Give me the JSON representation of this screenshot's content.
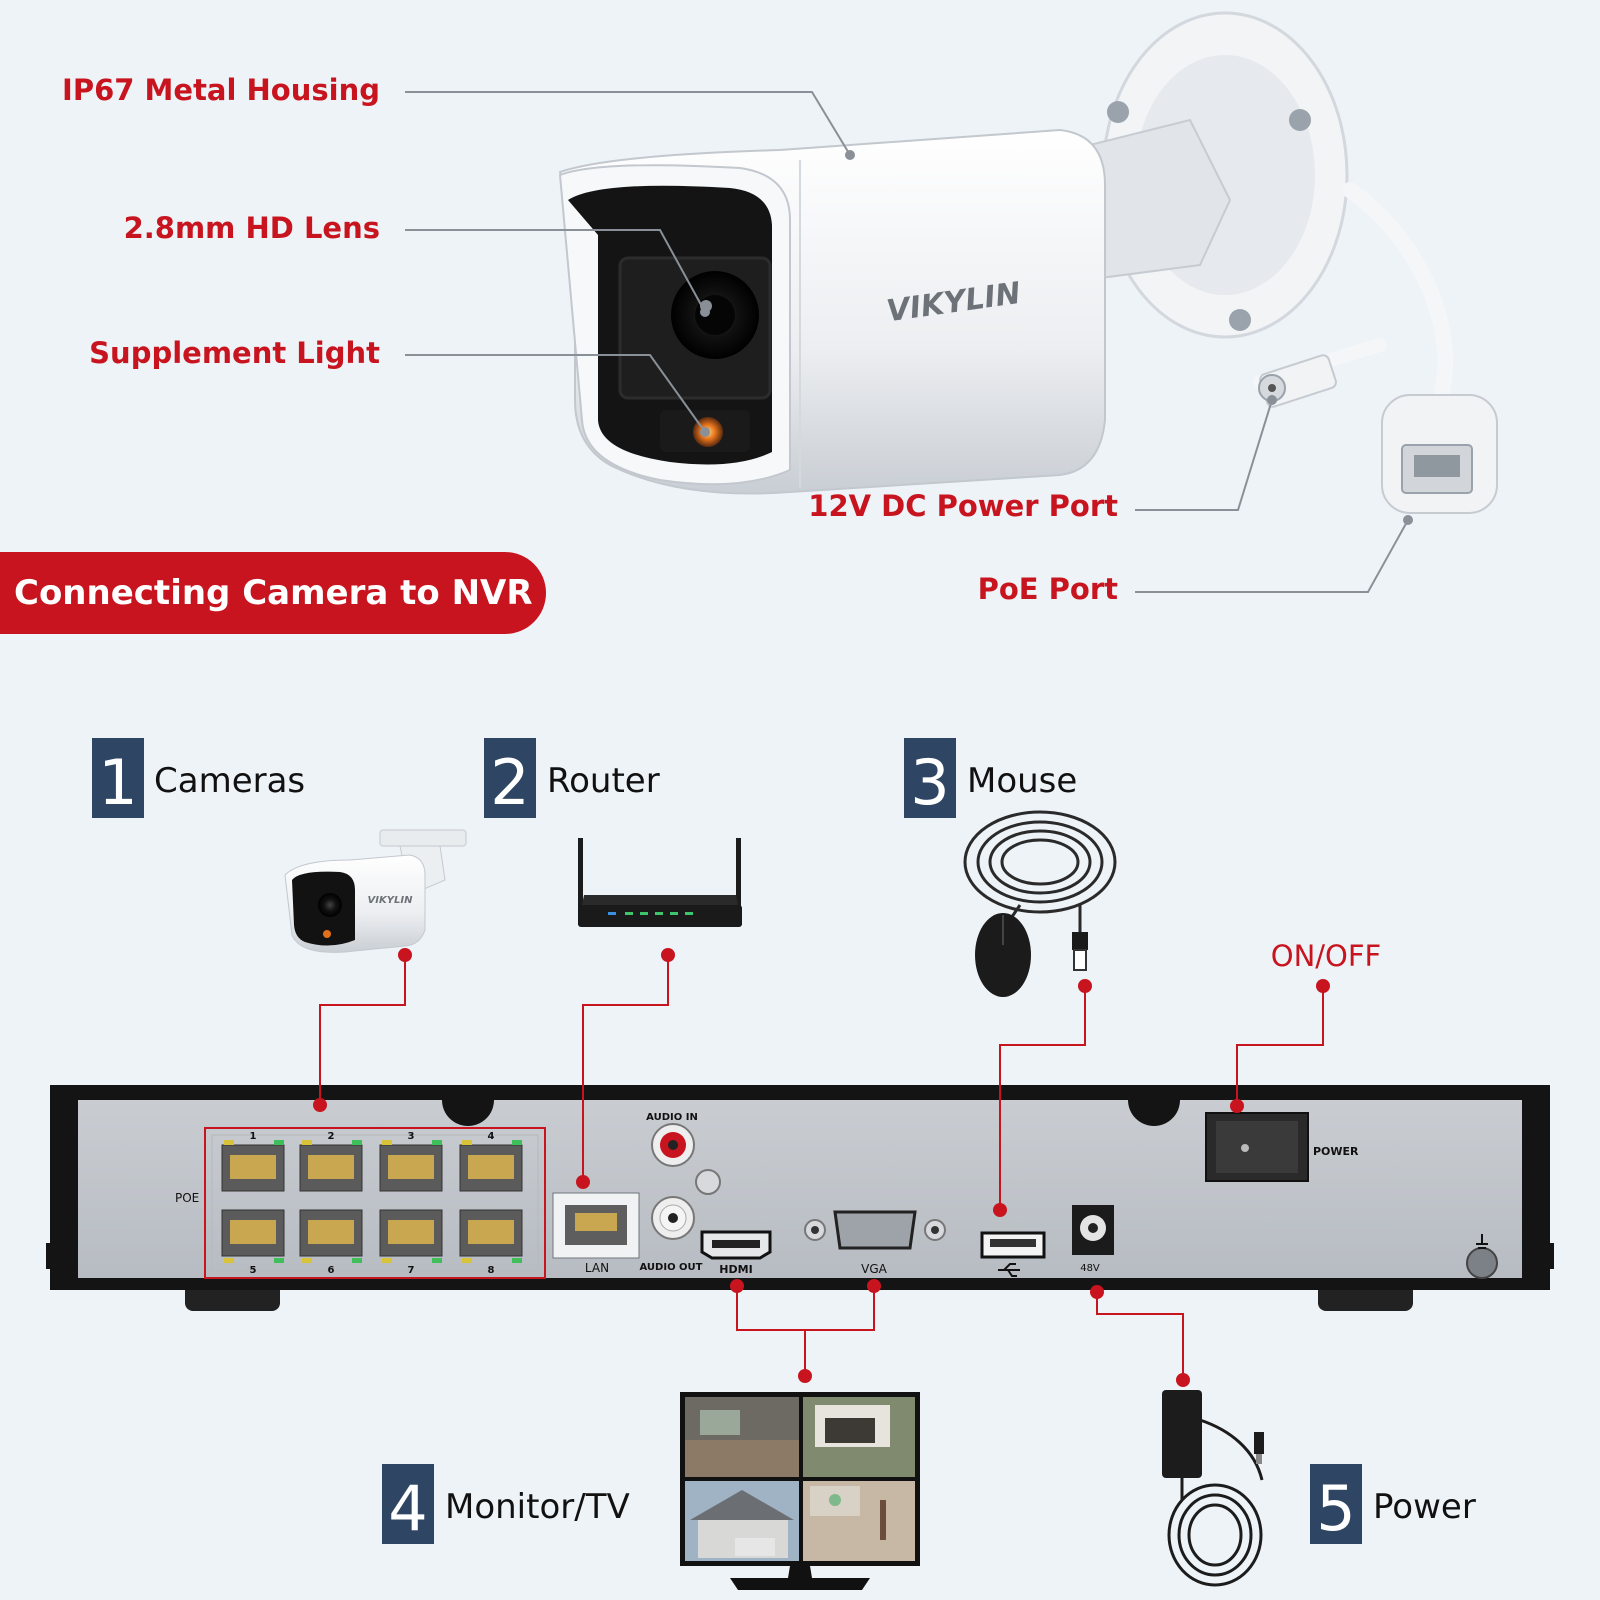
{
  "brand": "VIKYLIN",
  "colors": {
    "accent": "#c8141e",
    "navy": "#2e4563",
    "background": "#eef3f8",
    "nvr_panel": "#c4c9cf",
    "nvr_frame": "#141414"
  },
  "callouts": {
    "housing": "IP67 Metal Housing",
    "lens": "2.8mm HD Lens",
    "light": "Supplement Light",
    "dc_port": "12V DC Power Port",
    "poe_port": "PoE Port"
  },
  "section_title": "Connecting Camera to NVR",
  "steps": [
    {
      "number": "1",
      "label": "Cameras"
    },
    {
      "number": "2",
      "label": "Router"
    },
    {
      "number": "3",
      "label": "Mouse"
    },
    {
      "number": "4",
      "label": "Monitor/TV"
    },
    {
      "number": "5",
      "label": "Power"
    }
  ],
  "on_off_label": "ON/OFF",
  "nvr": {
    "poe_label": "POE",
    "port_numbers": [
      "1",
      "2",
      "3",
      "4",
      "5",
      "6",
      "7",
      "8"
    ],
    "lan_label": "LAN",
    "audio_in_label": "AUDIO IN",
    "audio_out_label": "AUDIO OUT",
    "hdmi_label": "HDMI",
    "vga_label": "VGA",
    "dc_label": "48V",
    "power_label": "POWER",
    "usb_icon": "usb-icon",
    "ground_icon": "ground-icon"
  }
}
